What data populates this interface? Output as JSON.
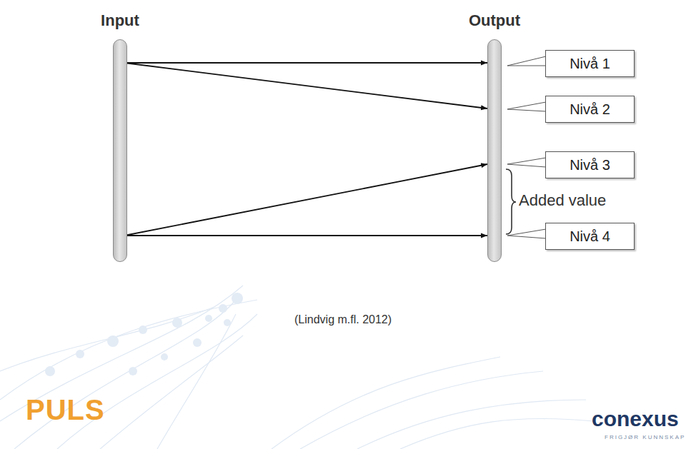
{
  "diagram": {
    "caption": "(Lindvig m.fl. 2012)",
    "nodes": [
      {
        "text": [
          "Input"
        ]
      },
      {
        "text": [
          "Output"
        ]
      },
      {
        "text": [
          "Nivå 1"
        ]
      },
      {
        "text": [
          "Nivå 2"
        ]
      },
      {
        "text": [
          "Nivå 3"
        ]
      },
      {
        "text": [
          "Nivå 4"
        ]
      }
    ],
    "edges": [
      {
        "from": 0,
        "to": 1,
        "arrow": "to"
      },
      {
        "from": 0,
        "to": 1,
        "arrow": "to"
      },
      {
        "from": 0,
        "to": 1,
        "arrow": "to"
      },
      {
        "from": 0,
        "to": 1,
        "arrow": "to"
      },
      {
        "from": 2,
        "to": 1,
        "arrow": "none"
      },
      {
        "from": 3,
        "to": 1,
        "arrow": "none"
      },
      {
        "from": 4,
        "to": 1,
        "arrow": "none"
      },
      {
        "from": 5,
        "to": 1,
        "arrow": "none"
      }
    ],
    "labels": [
      "Added value",
      "PULS",
      "conexus",
      "FRIGJØR KUNNSKAP"
    ]
  }
}
